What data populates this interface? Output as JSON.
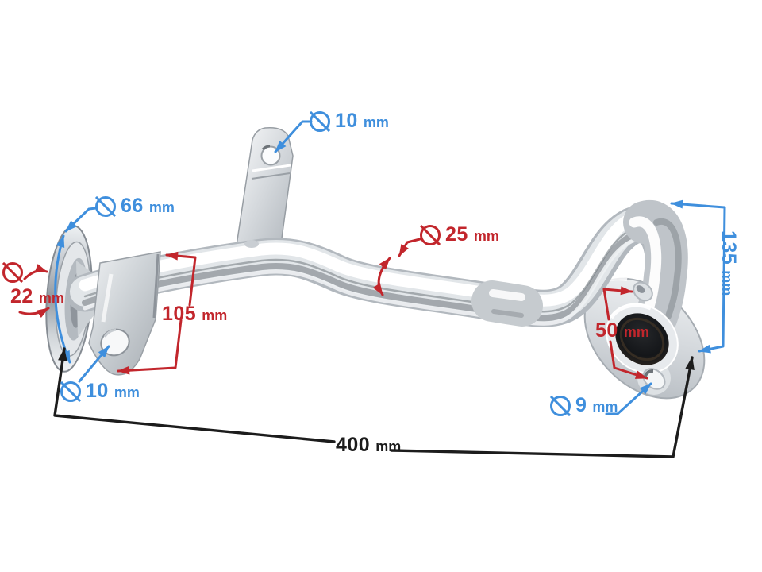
{
  "page": {
    "background": "#ffffff",
    "description": "Chrome exhaust header pipe with dimension callouts"
  },
  "colors": {
    "blue": "#3f8fdd",
    "red": "#c2262c",
    "black": "#1c1c1c"
  },
  "labels": {
    "top_bracket_hole": {
      "symbol": "⌀",
      "value": "10",
      "unit": "mm",
      "color": "blue"
    },
    "inlet_flange_outer": {
      "symbol": "⌀",
      "value": "66",
      "unit": "mm",
      "color": "blue"
    },
    "inlet_pipe_inner": {
      "symbol": "⌀",
      "value": "22",
      "unit": "mm",
      "color": "red"
    },
    "bracket_offset": {
      "value": "105",
      "unit": "mm",
      "color": "red"
    },
    "clamp_bracket_hole": {
      "symbol": "⌀",
      "value": "10",
      "unit": "mm",
      "color": "blue"
    },
    "pipe_outer": {
      "symbol": "⌀",
      "value": "25",
      "unit": "mm",
      "color": "red"
    },
    "outlet_height": {
      "value": "135",
      "unit": "mm",
      "color": "blue"
    },
    "flange_bolt_spacing": {
      "value": "50",
      "unit": "mm",
      "color": "red"
    },
    "flange_bolt_hole": {
      "symbol": "⌀",
      "value": "9",
      "unit": "mm",
      "color": "blue"
    },
    "overall_length": {
      "value": "400",
      "unit": "mm",
      "color": "black"
    }
  }
}
